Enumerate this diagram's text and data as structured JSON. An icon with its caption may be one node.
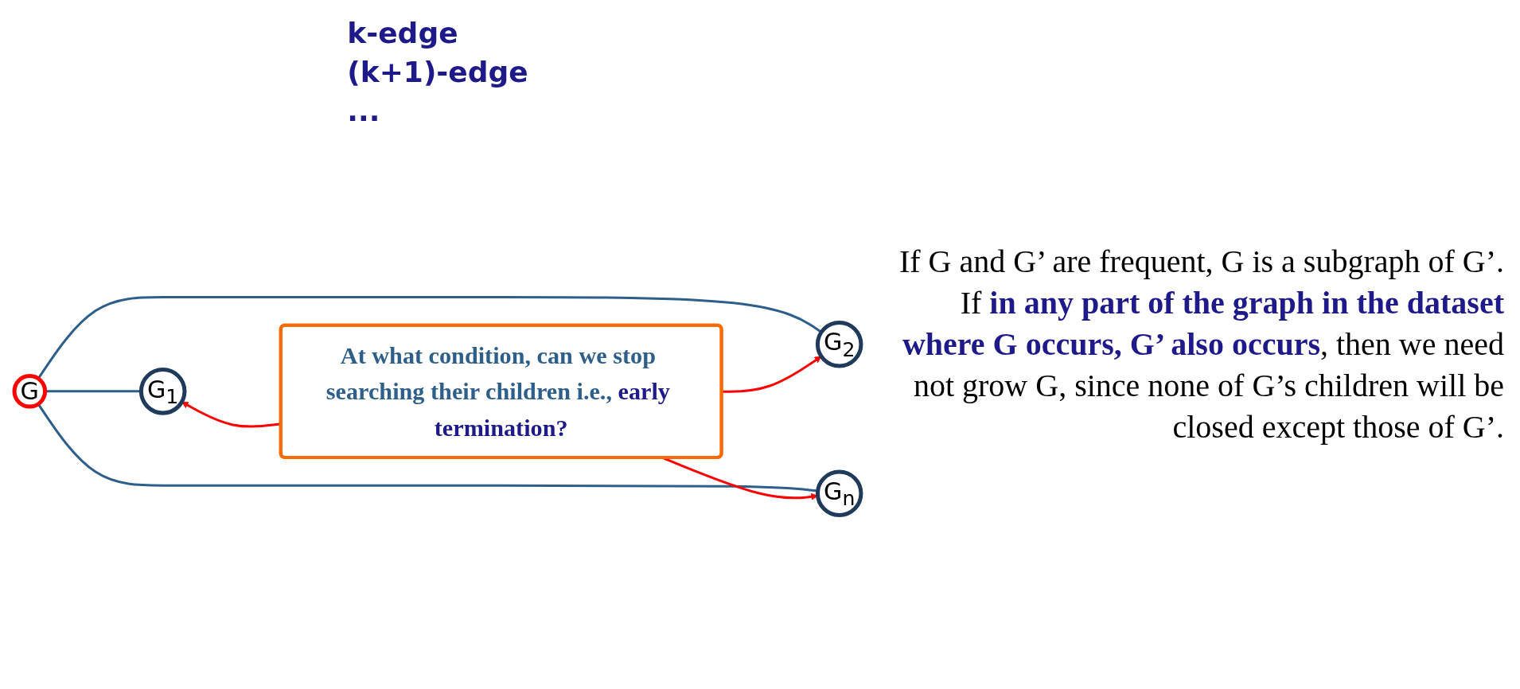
{
  "diagram": {
    "nodes": [
      {
        "text": [
          "G"
        ]
      },
      {
        "text": [
          "G$_{1}$"
        ]
      },
      {
        "text": [
          "G$_{2}$"
        ]
      },
      {
        "text": [
          "G$_{n}$"
        ]
      },
      {
        "text": [
          "At what condition, can we stop searching their children i.e., **early termination?**"
        ]
      }
    ],
    "edges": [
      {
        "from": 0,
        "to": 1,
        "arrow": "none"
      },
      {
        "from": 0,
        "to": 2,
        "arrow": "none"
      },
      {
        "from": 0,
        "to": 3,
        "arrow": "none"
      },
      {
        "from": 4,
        "to": 1,
        "arrow": "to",
        "color": "#ff0000"
      },
      {
        "from": 4,
        "to": 2,
        "arrow": "to",
        "color": "#ff0000"
      },
      {
        "from": 4,
        "to": 3,
        "arrow": "to",
        "color": "#ff0000"
      }
    ],
    "labels": [
      "k-edge",
      "(k+1)-edge",
      "...",
      "If G and G’ are frequent, G is a subgraph of G’.  If **in any part of the graph in the dataset where G occurs, G’ also occurs**, then we need not grow G, since none of G’s children will be closed except those of G’."
    ]
  }
}
